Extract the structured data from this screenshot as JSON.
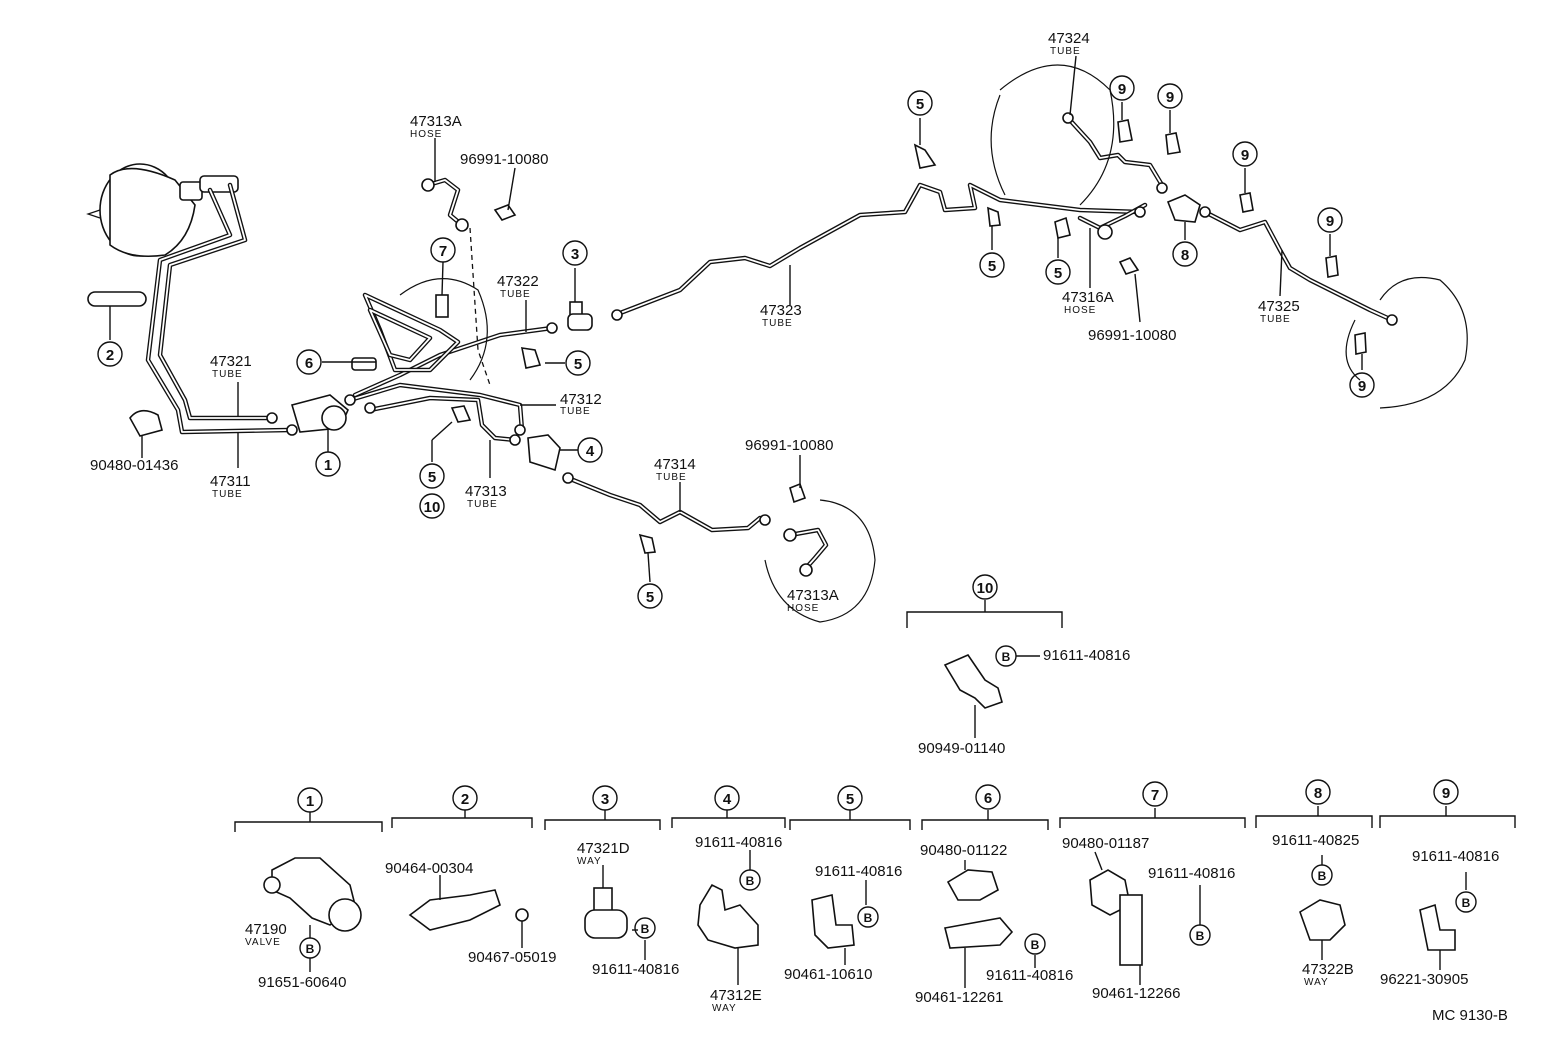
{
  "labels": {
    "hose_47313a_top": {
      "pn": "47313A",
      "sub": "HOSE"
    },
    "clip_96991_top": "96991-10080",
    "tube_47324": {
      "pn": "47324",
      "sub": "TUBE"
    },
    "tube_47322": {
      "pn": "47322",
      "sub": "TUBE"
    },
    "tube_47323": {
      "pn": "47323",
      "sub": "TUBE"
    },
    "tube_47321": {
      "pn": "47321",
      "sub": "TUBE"
    },
    "tube_47312": {
      "pn": "47312",
      "sub": "TUBE"
    },
    "tube_47311": {
      "pn": "47311",
      "sub": "TUBE"
    },
    "tube_47313": {
      "pn": "47313",
      "sub": "TUBE"
    },
    "tube_47314": {
      "pn": "47314",
      "sub": "TUBE"
    },
    "clip_96991_mid": "96991-10080",
    "hose_47313a_bottom": {
      "pn": "47313A",
      "sub": "HOSE"
    },
    "hose_47316a": {
      "pn": "47316A",
      "sub": "HOSE"
    },
    "clip_96991_right": "96991-10080",
    "tube_47325": {
      "pn": "47325",
      "sub": "TUBE"
    },
    "plug_90480_01436": "90480-01436",
    "g10_bolt": "91611-40816",
    "g10_clamp": "90949-01140",
    "g1_valve": {
      "pn": "47190",
      "sub": "VALVE"
    },
    "g1_bolt": "91651-60640",
    "g2_clamp": "90464-00304",
    "g2_clip": "90467-05019",
    "g3_way": {
      "pn": "47321D",
      "sub": "WAY"
    },
    "g3_bolt": "91611-40816",
    "g4_bolt": "91611-40816",
    "g4_way": {
      "pn": "47312E",
      "sub": "WAY"
    },
    "g5_bolt": "91611-40816",
    "g5_clamp": "90461-10610",
    "g6_grommet": "90480-01122",
    "g6_clamp": "90461-12261",
    "g6_bolt": "91611-40816",
    "g7_grommet": "90480-01187",
    "g7_bolt": "91611-40816",
    "g7_clamp": "90461-12266",
    "g8_bolt": "91611-40825",
    "g8_way": {
      "pn": "47322B",
      "sub": "WAY"
    },
    "g9_bolt": "91611-40816",
    "g9_bracket": "96221-30905",
    "drawing_id": "MC 9130-B"
  },
  "callouts": {
    "one": "1",
    "two": "2",
    "three": "3",
    "four": "4",
    "five": "5",
    "six": "6",
    "seven": "7",
    "eight": "8",
    "nine": "9",
    "ten": "10",
    "bolt": "B"
  }
}
